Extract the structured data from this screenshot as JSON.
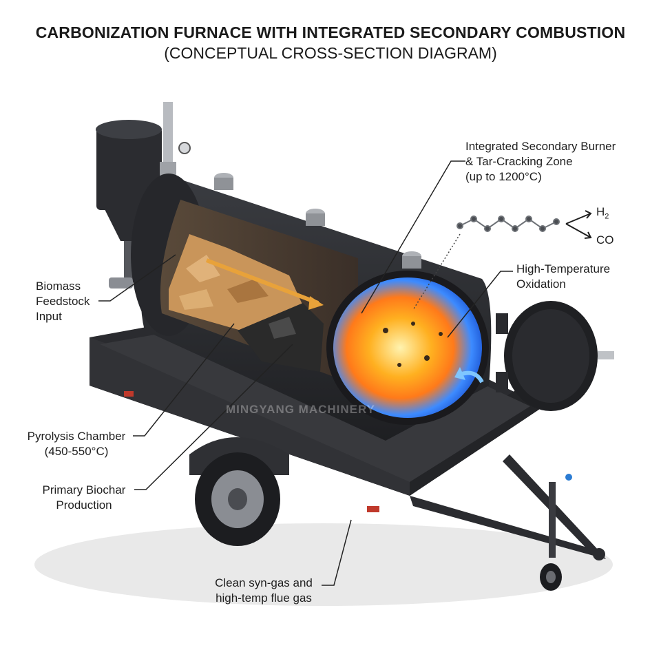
{
  "title": "CARBONIZATION FURNACE WITH INTEGRATED SECONDARY COMBUSTION",
  "subtitle": "(CONCEPTUAL CROSS-SECTION DIAGRAM)",
  "labels": {
    "secondary_burner": [
      "Integrated Secondary Burner",
      "& Tar-Cracking Zone",
      "(up to 1200°C)"
    ],
    "oxidation": [
      "High-Temperature",
      "Oxidation"
    ],
    "feedstock": [
      "Biomass",
      "Feedstock",
      "Input"
    ],
    "pyrolysis": [
      "Pyrolysis Chamber",
      "(450-550°C)"
    ],
    "biochar": [
      "Primary Biochar",
      "Production"
    ],
    "flue_gas": [
      "Clean syn-gas and",
      "high-temp flue gas"
    ]
  },
  "products": {
    "h2_main": "H",
    "h2_sub": "2",
    "co": "CO"
  },
  "watermark": "MINGYANG MACHINERY",
  "colors": {
    "steel": "#2b2d31",
    "steel_dark": "#1b1c1f",
    "flame_core": "#ffb020",
    "flame_outer": "#2a7bff",
    "wood": "#c9955a",
    "char": "#2a2a2a"
  }
}
